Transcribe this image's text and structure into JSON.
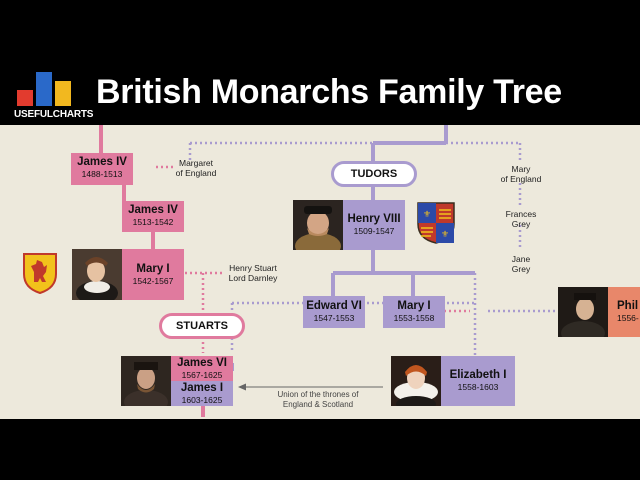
{
  "header": {
    "logo_text": "USEFULCHARTS",
    "title": "British Monarchs Family Tree"
  },
  "colors": {
    "stuart": "#e07a9e",
    "tudor": "#a99bcf",
    "background": "#ede9dc",
    "logo_red": "#e23b2e",
    "logo_blue": "#2a69c9",
    "logo_yellow": "#f2b81f"
  },
  "monarchs": {
    "james_iv": {
      "name": "James IV",
      "years": "1488-1513"
    },
    "james_v": {
      "name": "James IV",
      "years": "1513-1542"
    },
    "mary_scots": {
      "name": "Mary I",
      "years": "1542-1567"
    },
    "james_vi": {
      "name": "James VI",
      "years": "1567-1625"
    },
    "james_i": {
      "name": "James I",
      "years": "1603-1625"
    },
    "henry_viii": {
      "name": "Henry VIII",
      "years": "1509-1547"
    },
    "edward_vi": {
      "name": "Edward VI",
      "years": "1547-1553"
    },
    "mary_i": {
      "name": "Mary I",
      "years": "1553-1558"
    },
    "elizabeth_i": {
      "name": "Elizabeth I",
      "years": "1558-1603"
    },
    "philip": {
      "name": "Phil",
      "years": "1556-"
    }
  },
  "relatives": {
    "margaret": {
      "line1": "Margaret",
      "line2": "of England"
    },
    "henry_stuart": {
      "line1": "Henry Stuart",
      "line2": "Lord Darnley"
    },
    "mary_england": {
      "line1": "Mary",
      "line2": "of England"
    },
    "frances_grey": {
      "line1": "Frances",
      "line2": "Grey"
    },
    "jane_grey": {
      "line1": "Jane",
      "line2": "Grey"
    }
  },
  "houses": {
    "tudors": "TUDORS",
    "stuarts": "STUARTS"
  },
  "annotation": {
    "union_line1": "Union of the thrones of",
    "union_line2": "England & Scotland"
  },
  "icons": [
    "scottish-lion-shield-icon",
    "royal-arms-shield-icon"
  ]
}
